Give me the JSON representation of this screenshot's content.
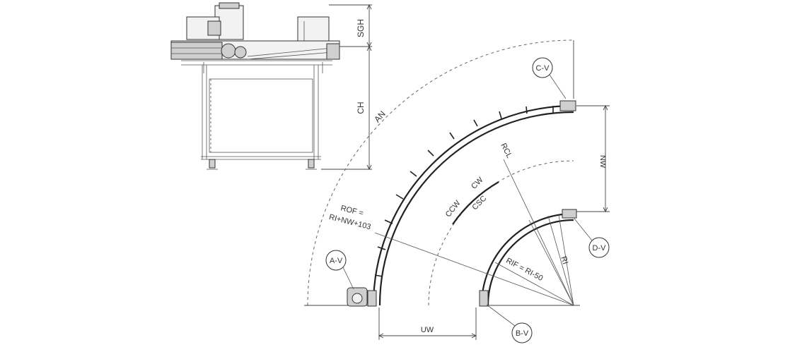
{
  "labels": {
    "sgh": "SGH",
    "ch": "CH",
    "an": "AN",
    "rof": "ROF =",
    "rof_formula": "RI+NW+103",
    "rcl": "RCL",
    "ccw": "CCW",
    "cw": "CW",
    "csc": "CSC",
    "nw": "NW",
    "rif": "RIF = RI-50",
    "ri": "RI",
    "uw": "UW"
  },
  "callouts": {
    "a": "A-V",
    "b": "B-V",
    "c": "C-V",
    "d": "D-V"
  }
}
